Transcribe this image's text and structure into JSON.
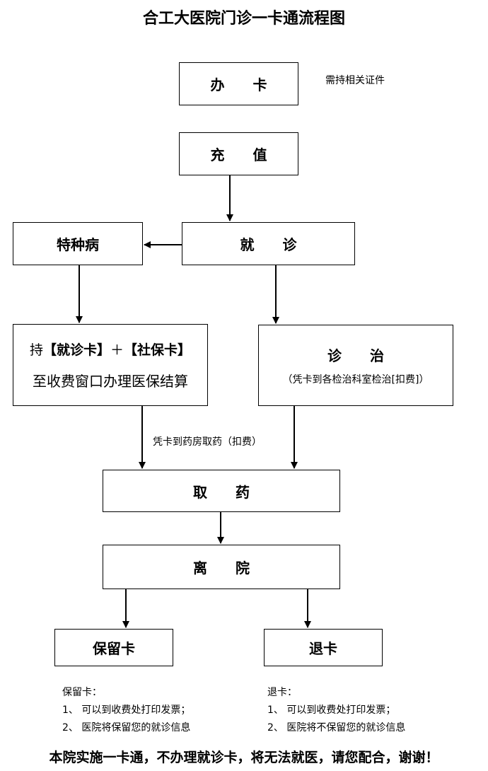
{
  "title": "合工大医院门诊一卡通流程图",
  "nodes": {
    "apply": "办　　卡",
    "apply_note": "需持相关证件",
    "recharge": "充　　值",
    "visit": "就　　诊",
    "special": "特种病",
    "insurance_line1_pre": "持",
    "insurance_line1_mid1": "【就诊卡】",
    "insurance_line1_plus": "＋",
    "insurance_line1_mid2": "【社保卡】",
    "insurance_line2": "至收费窗口办理医保结算",
    "treatment": "诊　　治",
    "treatment_note": "（凭卡到各检治科室检治[扣费]）",
    "pharmacy_note": "凭卡到药房取药（扣费）",
    "medicine": "取　　药",
    "leave": "离　　院",
    "keep_card": "保留卡",
    "return_card": "退卡"
  },
  "keep_notes": {
    "heading": "保留卡：",
    "items": [
      "1、 可以到收费处打印发票；",
      "2、 医院将保留您的就诊信息"
    ]
  },
  "return_notes": {
    "heading": "退卡：",
    "items": [
      "1、 可以到收费处打印发票；",
      "2、 医院将不保留您的就诊信息"
    ]
  },
  "footer": "本院实施一卡通，不办理就诊卡，将无法就医，请您配合，谢谢！"
}
